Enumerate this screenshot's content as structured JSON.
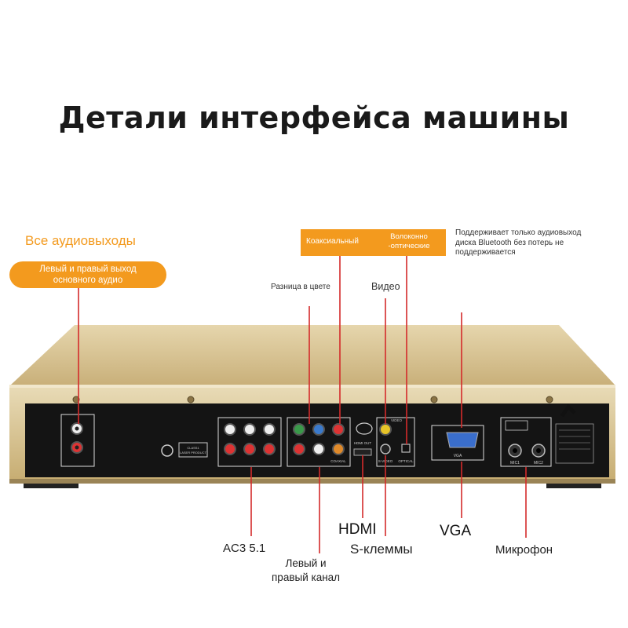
{
  "title": "Детали интерфейса машины",
  "callouts": {
    "all_outputs": "Все аудиовыходы",
    "lr_main_audio_line1": "Левый и правый выход",
    "lr_main_audio_line2": "основного аудио",
    "coaxial": "Коаксиальный",
    "optical_line1": "Волоконно",
    "optical_line2": "-оптические",
    "bt_line1": "Поддерживает только аудиовыход",
    "bt_line2": "диска Bluetooth без потерь не",
    "bt_line3": "поддерживается",
    "color_diff": "Разница в цвете",
    "video": "Видео",
    "ac3": "AC3 5.1",
    "lr_channel_line1": "Левый и",
    "lr_channel_line2": "правый канал",
    "hdmi": "HDMI",
    "svideo": "S-клеммы",
    "vga": "VGA",
    "mic": "Микрофон"
  },
  "panel_labels": {
    "vga_port": "VGA",
    "mic1": "MIC1",
    "mic2": "MIC2",
    "hdmi_out": "HDMI OUT",
    "coaxial": "COAXIAL",
    "svideo": "S-VIDEO",
    "optical": "OPTICAL",
    "video": "VIDEO",
    "class1": "CLASS1",
    "laser": "LASER PRODUCT"
  },
  "colors": {
    "accent_orange": "#f39a1e",
    "pointer_red": "#d42a2a",
    "case_gold": "#d8c290",
    "panel_black": "#141414"
  }
}
